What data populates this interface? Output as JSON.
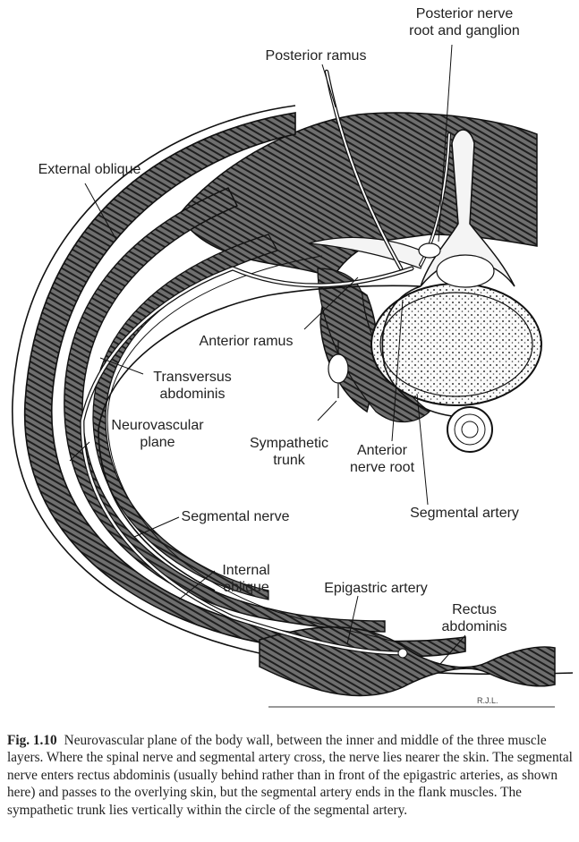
{
  "labels": {
    "posterior_root": "Posterior nerve\nroot and ganglion",
    "posterior_ramus": "Posterior ramus",
    "external_oblique": "External oblique",
    "anterior_ramus": "Anterior ramus",
    "transversus": "Transversus\nabdominis",
    "neurovascular": "Neurovascular\nplane",
    "sympathetic": "Sympathetic\ntrunk",
    "anterior_root": "Anterior\nnerve root",
    "segmental_nerve": "Segmental nerve",
    "segmental_artery": "Segmental artery",
    "internal_oblique": "Internal\noblique",
    "epigastric": "Epigastric artery",
    "rectus": "Rectus\nabdominis"
  },
  "signature": "R.J.L.",
  "caption": {
    "number": "Fig. 1.10",
    "text": "Neurovascular plane of the body wall, between the inner and middle of the three muscle layers. Where the spinal nerve and segmental artery cross, the nerve lies nearer the skin. The segmental nerve enters rectus abdominis (usually behind rather than in front of the epigastric arteries, as shown here) and passes to the overlying skin, but the segmental artery ends in the flank muscles. The sympathetic trunk lies vertically within the circle of the segmental artery."
  }
}
